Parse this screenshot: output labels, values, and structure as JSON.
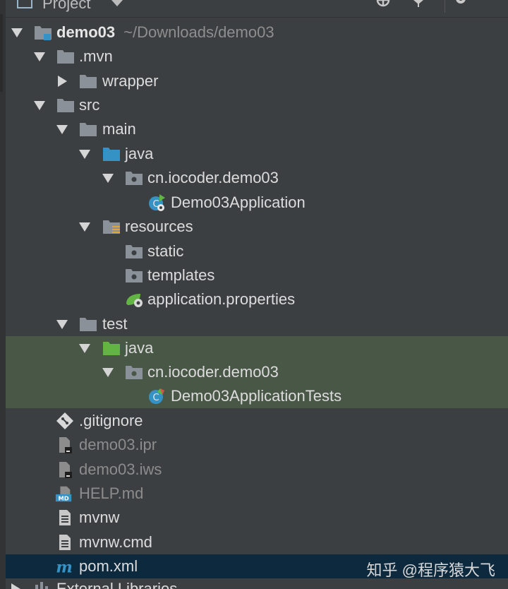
{
  "panel": {
    "title": "Project"
  },
  "tree": {
    "root": {
      "name": "demo03",
      "path": "~/Downloads/demo03"
    },
    "mvn": ".mvn",
    "wrapper": "wrapper",
    "src": "src",
    "main": "main",
    "main_java": "java",
    "main_pkg": "cn.iocoder.demo03",
    "app_class": "Demo03Application",
    "resources": "resources",
    "static": "static",
    "templates": "templates",
    "app_props": "application.properties",
    "test": "test",
    "test_java": "java",
    "test_pkg": "cn.iocoder.demo03",
    "test_class": "Demo03ApplicationTests",
    "gitignore": ".gitignore",
    "ipr": "demo03.ipr",
    "iws": "demo03.iws",
    "help": "HELP.md",
    "mvnw": "mvnw",
    "mvnw_cmd": "mvnw.cmd",
    "pom": "pom.xml",
    "external_libs": "External Libraries"
  },
  "watermark": "知乎 @程序猿大飞",
  "colors": {
    "background": "#3c3f41",
    "selection_green": "#495747",
    "selection_blue": "#0d293e",
    "folder_gray": "#8a9199",
    "folder_blue": "#3592c4",
    "folder_green": "#62b543"
  }
}
